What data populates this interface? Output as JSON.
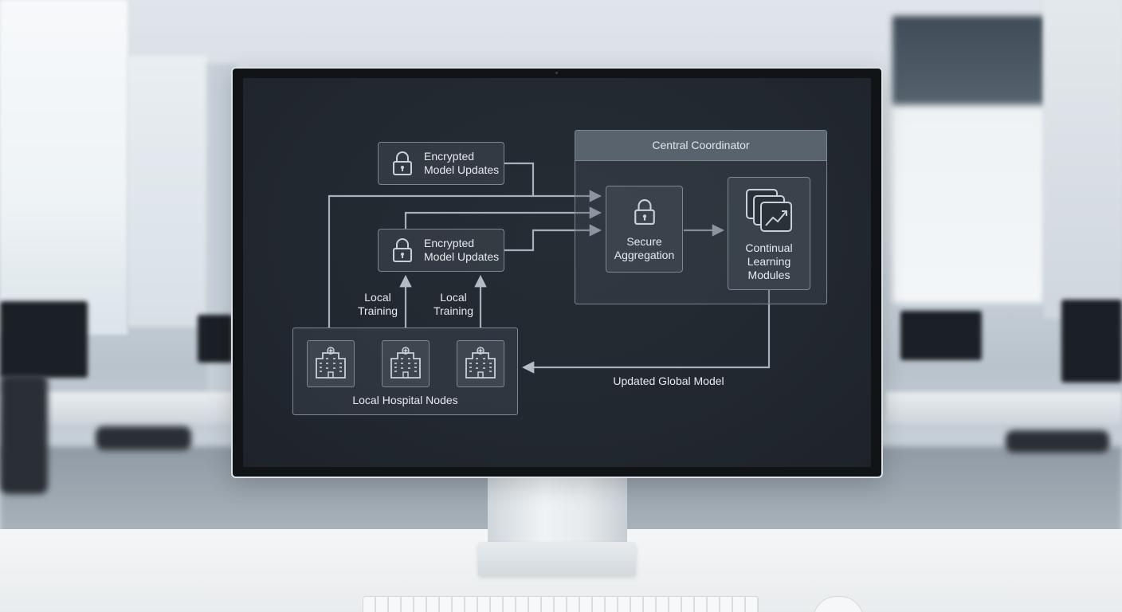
{
  "diagram": {
    "encrypted_top": {
      "label": "Encrypted\nModel Updates",
      "icon": "lock-icon"
    },
    "encrypted_mid": {
      "label": "Encrypted\nModel Updates",
      "icon": "lock-icon"
    },
    "coordinator": {
      "title": "Central Coordinator",
      "secure_aggregation": {
        "label": "Secure\nAggregation",
        "icon": "lock-icon"
      },
      "continual_learning": {
        "label": "Continual\nLearning\nModules",
        "icon": "stacked-chart-icon"
      }
    },
    "local_training_left": "Local\nTraining",
    "local_training_right": "Local\nTraining",
    "hospitals": {
      "label": "Local Hospital Nodes",
      "nodes": [
        "hospital-building-icon",
        "hospital-building-icon",
        "hospital-building-icon"
      ]
    },
    "updated_global_model": "Updated Global Model"
  },
  "colors": {
    "screen_bg": "#222830",
    "line": "#aab3bc",
    "box_border": "#7c8793",
    "text": "#e6eaee",
    "header": "#59636d"
  }
}
